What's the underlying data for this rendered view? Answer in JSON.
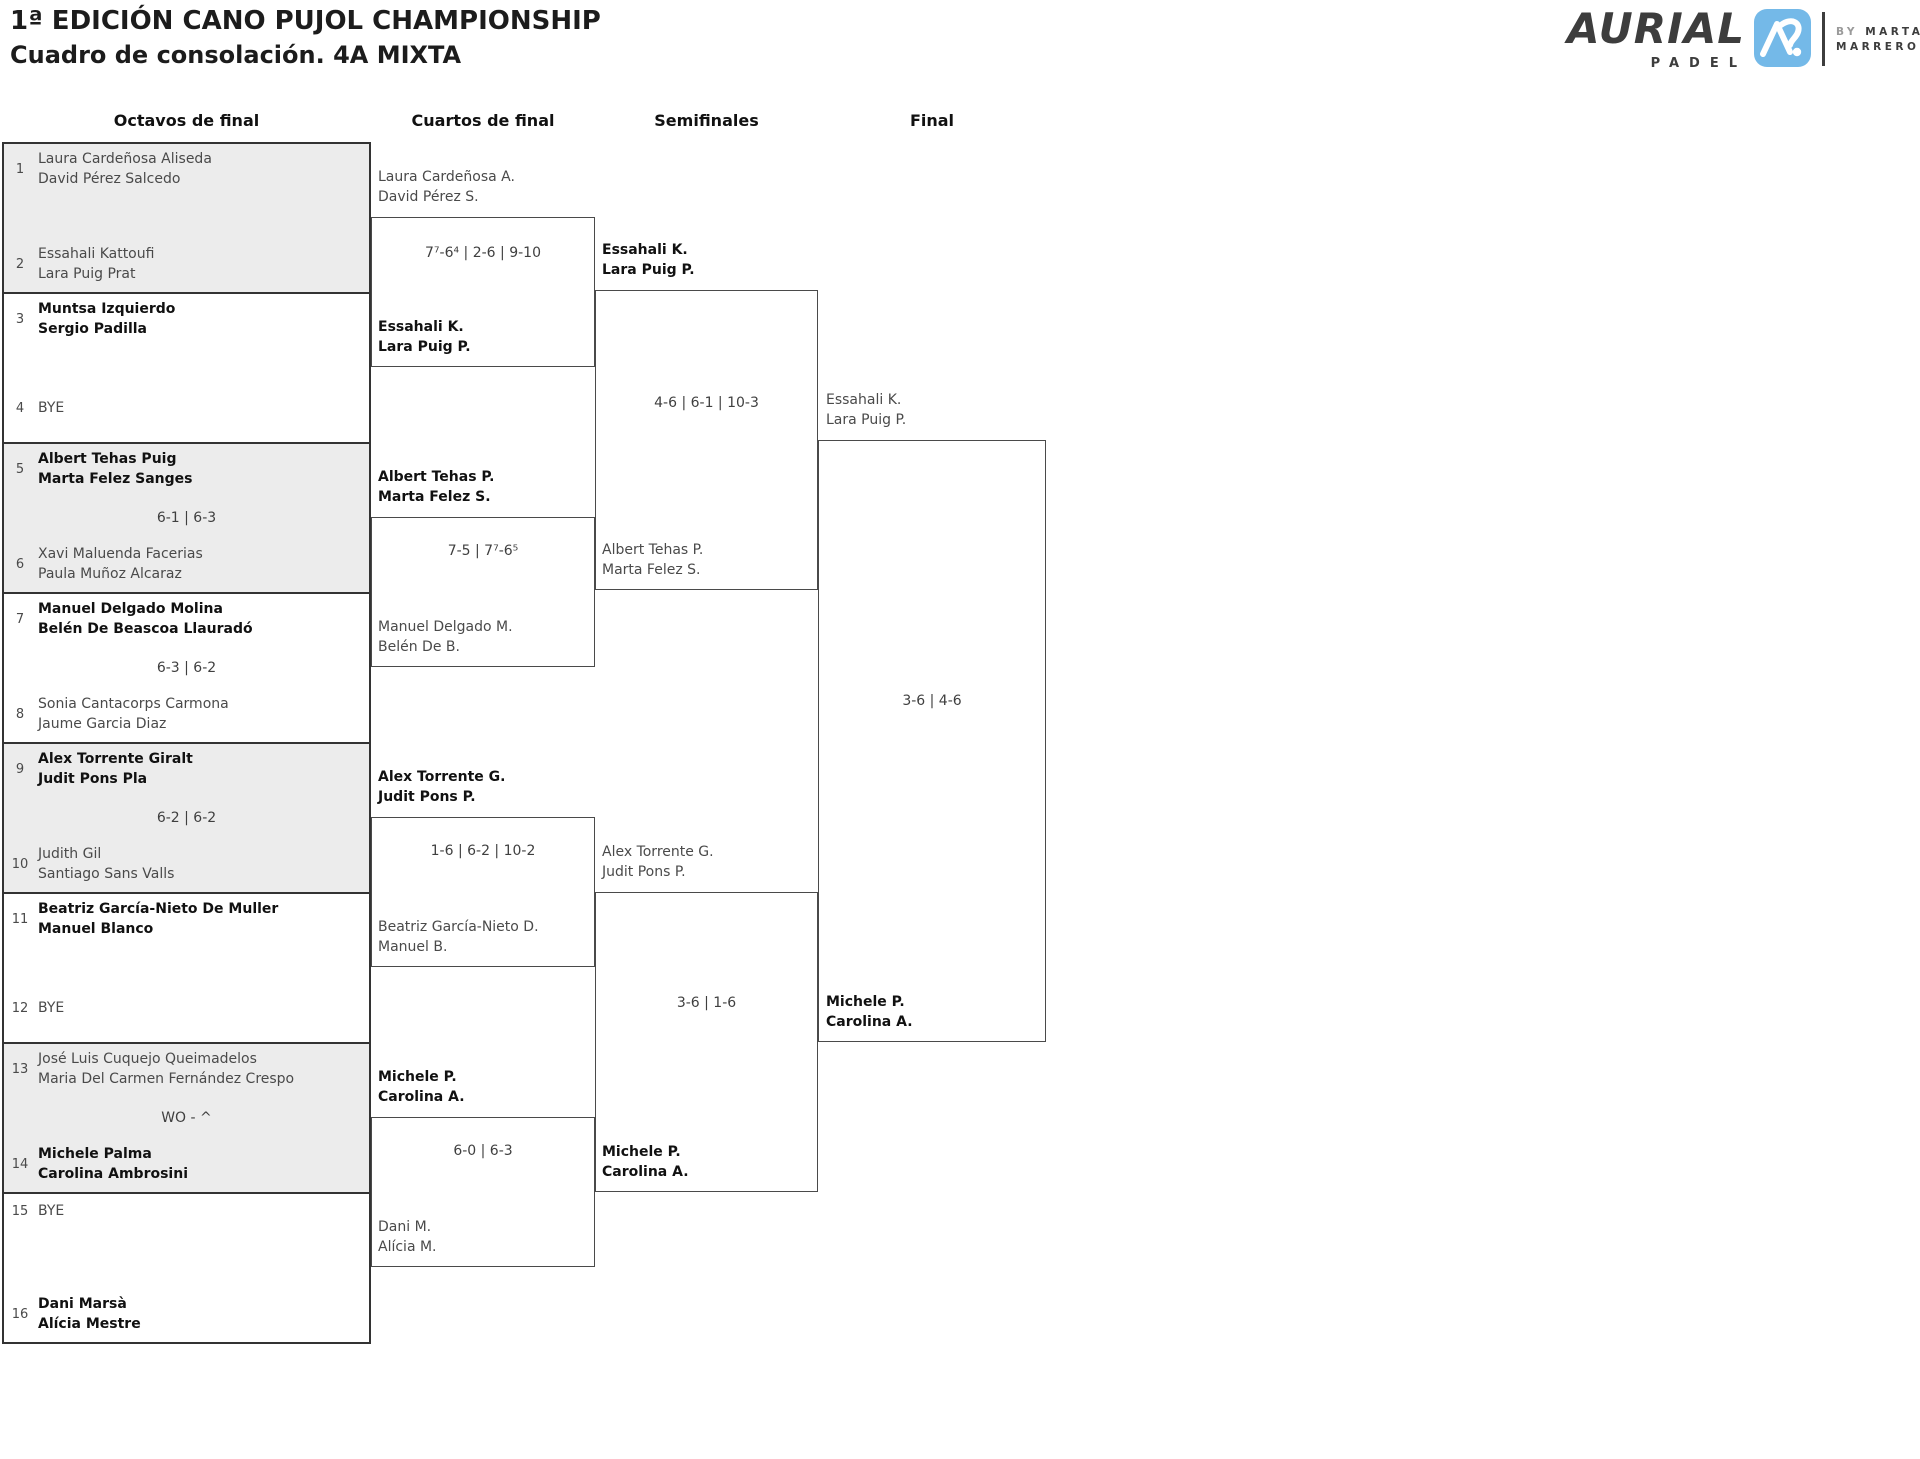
{
  "title": {
    "line1": "1ª EDICIÓN CANO PUJOL CHAMPIONSHIP",
    "line2": "Cuadro de consolación. 4A MIXTA"
  },
  "logo": {
    "brand": "AURIAL",
    "brand_sub": "PADEL",
    "by_prefix": "BY",
    "by_name1": "MARTA",
    "by_name2": "MARRERO",
    "icon_bg": "#74b9e8",
    "brand_color": "#3d3d3d"
  },
  "round_headers": [
    {
      "label": "Octavos de final"
    },
    {
      "label": "Cuartos de final"
    },
    {
      "label": "Semifinales"
    },
    {
      "label": "Final"
    }
  ],
  "octavos": [
    {
      "seed_top": "1",
      "team_top": [
        "Laura Cardeñosa Aliseda",
        "David Pérez Salcedo"
      ],
      "top_winner": false,
      "score": "",
      "seed_bottom": "2",
      "team_bottom": [
        "Essahali Kattoufi",
        "Lara Puig Prat"
      ],
      "bottom_winner": false
    },
    {
      "seed_top": "3",
      "team_top": [
        "Muntsa Izquierdo",
        "Sergio Padilla"
      ],
      "top_winner": true,
      "score": "",
      "seed_bottom": "4",
      "team_bottom": [
        "BYE"
      ],
      "bottom_winner": false
    },
    {
      "seed_top": "5",
      "team_top": [
        "Albert Tehas Puig",
        "Marta Felez Sanges"
      ],
      "top_winner": true,
      "score": "6-1 | 6-3",
      "seed_bottom": "6",
      "team_bottom": [
        "Xavi Maluenda Facerias",
        "Paula Muñoz Alcaraz"
      ],
      "bottom_winner": false
    },
    {
      "seed_top": "7",
      "team_top": [
        "Manuel Delgado Molina",
        "Belén De Beascoa Llauradó"
      ],
      "top_winner": true,
      "score": "6-3 | 6-2",
      "seed_bottom": "8",
      "team_bottom": [
        "Sonia Cantacorps Carmona",
        "Jaume Garcia Diaz"
      ],
      "bottom_winner": false
    },
    {
      "seed_top": "9",
      "team_top": [
        "Alex Torrente Giralt",
        "Judit Pons Pla"
      ],
      "top_winner": true,
      "score": "6-2 | 6-2",
      "seed_bottom": "10",
      "team_bottom": [
        "Judith Gil",
        "Santiago Sans Valls"
      ],
      "bottom_winner": false
    },
    {
      "seed_top": "11",
      "team_top": [
        "Beatriz García-Nieto De Muller",
        "Manuel Blanco"
      ],
      "top_winner": true,
      "score": "",
      "seed_bottom": "12",
      "team_bottom": [
        "BYE"
      ],
      "bottom_winner": false
    },
    {
      "seed_top": "13",
      "team_top": [
        "José Luis Cuquejo Queimadelos",
        "Maria Del Carmen Fernández Crespo"
      ],
      "top_winner": false,
      "score": "WO - ^",
      "seed_bottom": "14",
      "team_bottom": [
        "Michele Palma",
        "Carolina Ambrosini"
      ],
      "bottom_winner": true
    },
    {
      "seed_top": "15",
      "team_top": [
        "BYE"
      ],
      "top_winner": false,
      "score": "",
      "seed_bottom": "16",
      "team_bottom": [
        "Dani Marsà",
        "Alícia Mestre"
      ],
      "bottom_winner": true
    }
  ],
  "cuartos": [
    {
      "team_top": [
        "Laura Cardeñosa A.",
        "David Pérez S."
      ],
      "top_winner": false,
      "score": "7⁷-6⁴ | 2-6 | 9-10",
      "team_bottom": [
        "Essahali K.",
        "Lara Puig P."
      ],
      "bottom_winner": true
    },
    {
      "team_top": [
        "Albert Tehas P.",
        "Marta Felez S."
      ],
      "top_winner": true,
      "score": "7-5 | 7⁷-6⁵",
      "team_bottom": [
        "Manuel Delgado M.",
        "Belén De B."
      ],
      "bottom_winner": false
    },
    {
      "team_top": [
        "Alex Torrente G.",
        "Judit Pons P."
      ],
      "top_winner": true,
      "score": "1-6 | 6-2 | 10-2",
      "team_bottom": [
        "Beatriz García-Nieto D.",
        "Manuel B."
      ],
      "bottom_winner": false
    },
    {
      "team_top": [
        "Michele P.",
        "Carolina A."
      ],
      "top_winner": true,
      "score": "6-0 | 6-3",
      "team_bottom": [
        "Dani M.",
        "Alícia M."
      ],
      "bottom_winner": false
    }
  ],
  "semifinales": [
    {
      "team_top": [
        "Essahali K.",
        "Lara Puig P."
      ],
      "top_winner": true,
      "score": "4-6 | 6-1 | 10-3",
      "team_bottom": [
        "Albert Tehas P.",
        "Marta Felez S."
      ],
      "bottom_winner": false
    },
    {
      "team_top": [
        "Alex Torrente G.",
        "Judit Pons P."
      ],
      "top_winner": false,
      "score": "3-6 | 1-6",
      "team_bottom": [
        "Michele P.",
        "Carolina A."
      ],
      "bottom_winner": true
    }
  ],
  "final": {
    "team_top": [
      "Essahali K.",
      "Lara Puig P."
    ],
    "top_winner": false,
    "score": "3-6 | 4-6",
    "team_bottom": [
      "Michele P.",
      "Carolina A."
    ],
    "bottom_winner": true
  }
}
